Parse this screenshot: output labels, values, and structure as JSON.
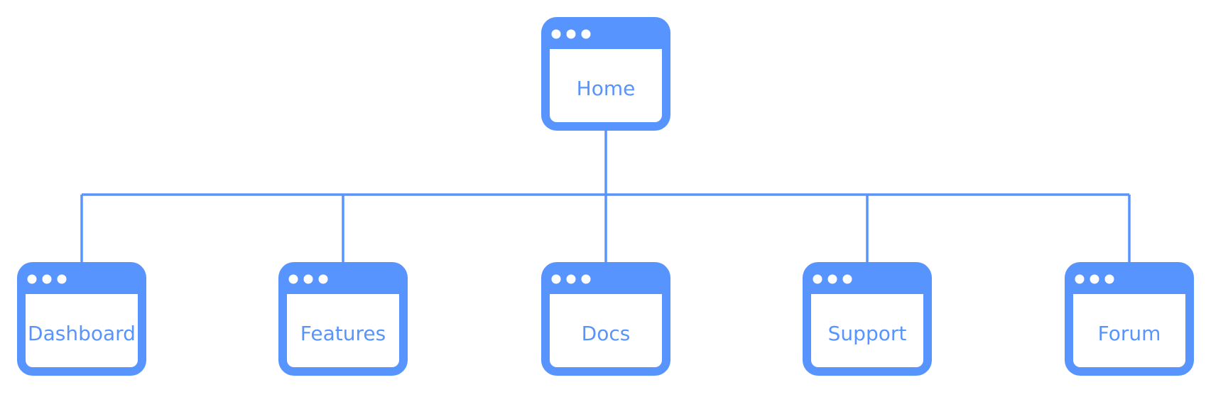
{
  "diagram": {
    "root": {
      "label": "Home"
    },
    "children": [
      {
        "label": "Dashboard"
      },
      {
        "label": "Features"
      },
      {
        "label": "Docs"
      },
      {
        "label": "Support"
      },
      {
        "label": "Forum"
      }
    ]
  },
  "colors": {
    "accent": "#5894fd",
    "background": "#ffffff"
  }
}
